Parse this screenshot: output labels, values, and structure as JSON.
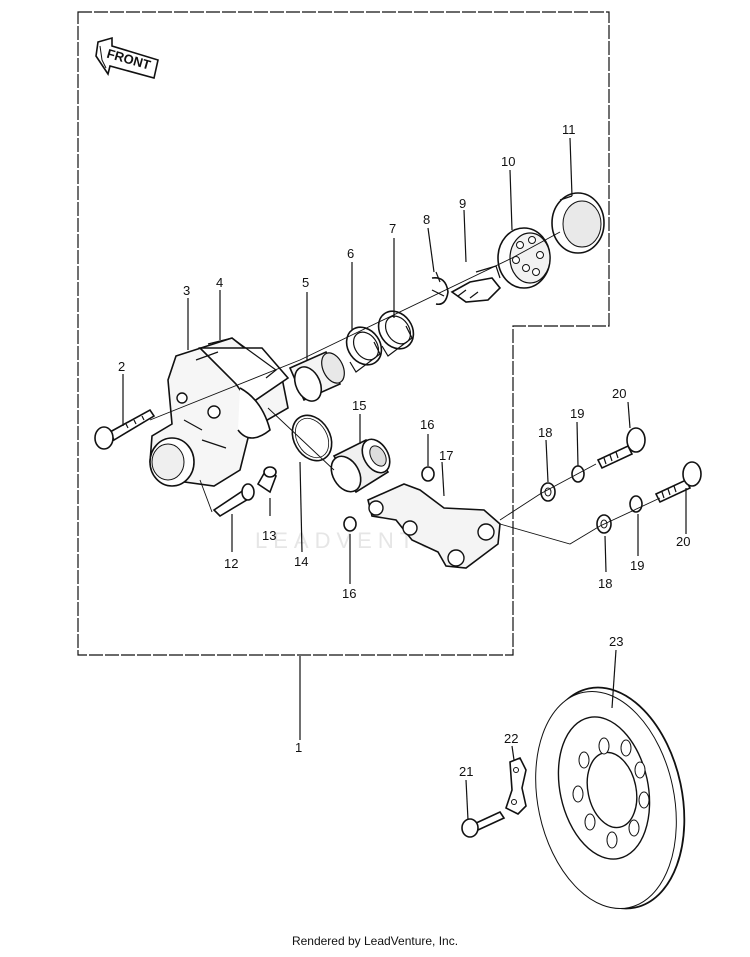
{
  "front_badge": "FRONT",
  "watermark": "LEADVENTURE",
  "credit": "Rendered by LeadVenture, Inc.",
  "callouts": {
    "c1": "1",
    "c2": "2",
    "c3": "3",
    "c4": "4",
    "c5": "5",
    "c6": "6",
    "c7": "7",
    "c8": "8",
    "c9": "9",
    "c10": "10",
    "c11": "11",
    "c12": "12",
    "c13": "13",
    "c14": "14",
    "c15": "15",
    "c16a": "16",
    "c16b": "16",
    "c17": "17",
    "c18a": "18",
    "c18b": "18",
    "c19a": "19",
    "c19b": "19",
    "c20a": "20",
    "c20b": "20",
    "c21": "21",
    "c22": "22",
    "c23": "23"
  }
}
